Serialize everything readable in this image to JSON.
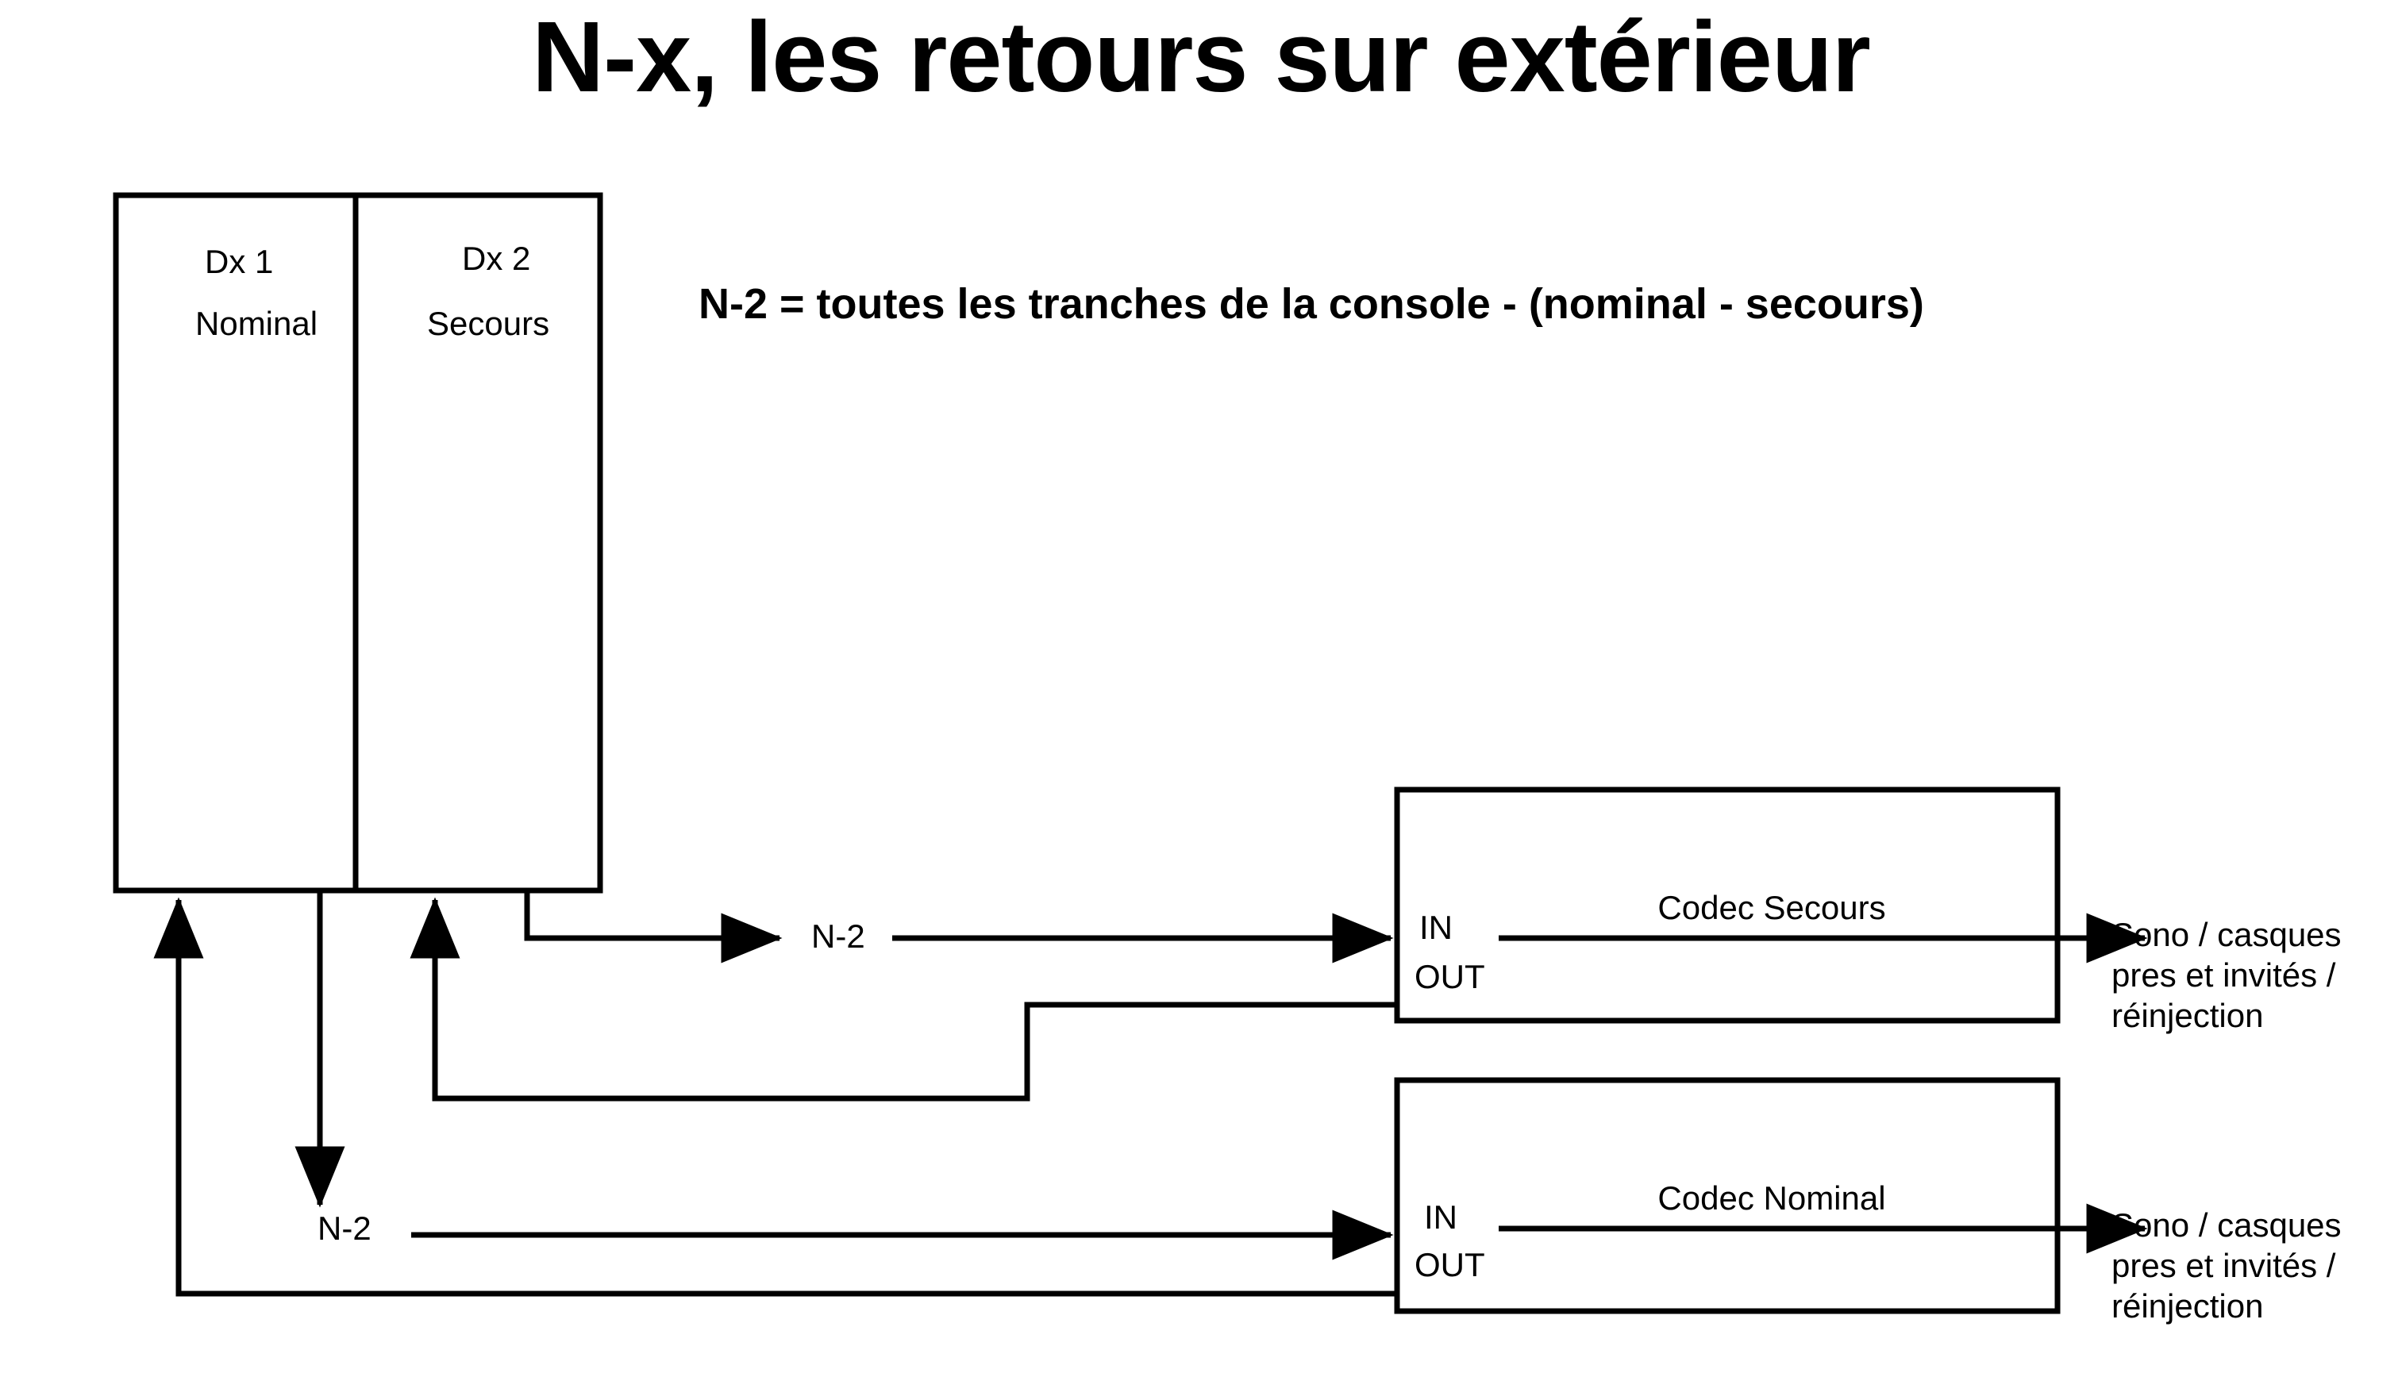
{
  "slide": {
    "title": "N-x, les retours sur extérieur",
    "formula_note": "N-2 = toutes les tranches de la console - (nominal - secours)",
    "background_color": "#ffffff",
    "line_color": "#000000"
  },
  "console": {
    "name": "console-block",
    "channels": [
      {
        "id": "dx1",
        "name": "Dx 1",
        "role": "Nominal"
      },
      {
        "id": "dx2",
        "name": "Dx 2",
        "role": "Secours"
      }
    ]
  },
  "codecs": [
    {
      "id": "codec-secours",
      "title": "Codec Secours",
      "in_label": "IN",
      "out_label": "OUT",
      "output_destination": "Sono / casques\npres et  invités /\nréinjection"
    },
    {
      "id": "codec-nominal",
      "title": "Codec Nominal",
      "in_label": "IN",
      "out_label": "OUT",
      "output_destination": "Sono / casques\npres et  invités /\nréinjection"
    }
  ],
  "signal_labels": {
    "n2_to_secours": "N-2",
    "n2_to_nominal": "N-2"
  }
}
